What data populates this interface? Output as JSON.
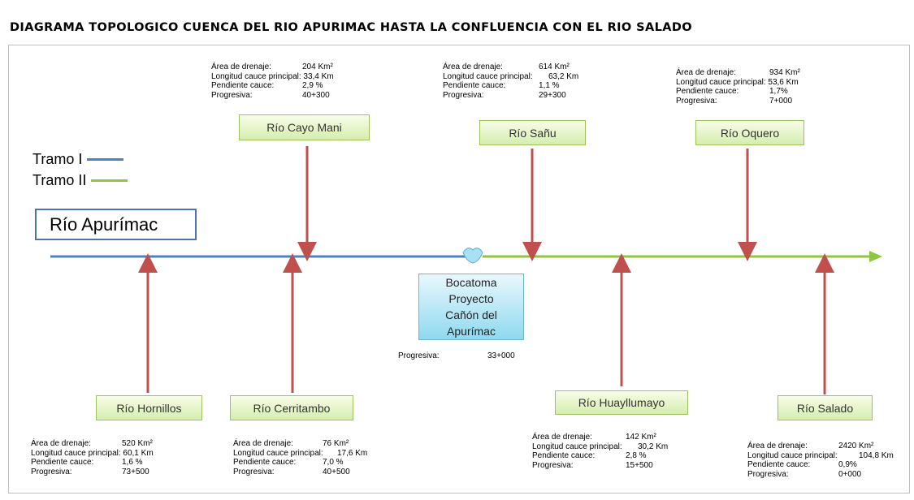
{
  "title": "DIAGRAMA TOPOLOGICO CUENCA DEL RIO APURIMAC HASTA LA CONFLUENCIA CON EL RIO SALADO",
  "legend": [
    {
      "label": "Tramo I",
      "color": "#4f81bd"
    },
    {
      "label": "Tramo II",
      "color": "#8dc63f"
    }
  ],
  "main_river": "Río Apurímac",
  "intake": {
    "lines": [
      "Bocatoma",
      "Proyecto",
      "Cañón del",
      "Apurímac"
    ],
    "progresiva_label": "Progresiva:",
    "progresiva_value": "33+000"
  },
  "colors": {
    "tramo_1": "#4f81bd",
    "tramo_2": "#8dc63f",
    "tributary_arrow": "#c0504d"
  },
  "tributaries_top": [
    {
      "name": "Río Cayo Mani",
      "info": [
        {
          "label": "Área de drenaje:",
          "value": "204 Km²"
        },
        {
          "label": "Longitud cauce principal: 33,4 Km",
          "value": ""
        },
        {
          "label": "Pendiente cauce:",
          "value": "2,9 %"
        },
        {
          "label": "Progresiva:",
          "value": "40+300"
        }
      ]
    },
    {
      "name": "Río Sañu",
      "info": [
        {
          "label": "Área de drenaje:",
          "value": "614 Km²"
        },
        {
          "label": "Longitud cauce principal:",
          "value": "63,2 Km"
        },
        {
          "label": "Pendiente cauce:",
          "value": "1,1 %"
        },
        {
          "label": "Progresiva:",
          "value": "29+300"
        }
      ]
    },
    {
      "name": "Río Oquero",
      "info": [
        {
          "label": "Área de drenaje:",
          "value": "934 Km²"
        },
        {
          "label": "Longitud cauce principal: 53,6 Km",
          "value": ""
        },
        {
          "label": "Pendiente cauce:",
          "value": "1,7%"
        },
        {
          "label": "Progresiva:",
          "value": "7+000"
        }
      ]
    }
  ],
  "tributaries_bottom": [
    {
      "name": "Río Hornillos",
      "info": [
        {
          "label": "Área de drenaje:",
          "value": "520 Km²"
        },
        {
          "label": "Longitud cauce principal: 60,1 Km",
          "value": ""
        },
        {
          "label": "Pendiente cauce:",
          "value": "1,6 %"
        },
        {
          "label": "Progresiva:",
          "value": "73+500"
        }
      ]
    },
    {
      "name": "Río Cerritambo",
      "info": [
        {
          "label": "Área de drenaje:",
          "value": "76 Km²"
        },
        {
          "label": "Longitud cauce principal:",
          "value": "17,6 Km"
        },
        {
          "label": "Pendiente cauce:",
          "value": "7,0 %"
        },
        {
          "label": "Progresiva:",
          "value": "40+500"
        }
      ]
    },
    {
      "name": "Río Huayllumayo",
      "info": [
        {
          "label": "Área de drenaje:",
          "value": "142 Km²"
        },
        {
          "label": "Longitud cauce principal:",
          "value": "30,2 Km"
        },
        {
          "label": "Pendiente cauce:",
          "value": "2,8 %"
        },
        {
          "label": "Progresiva:",
          "value": "15+500"
        }
      ]
    },
    {
      "name": "Río Salado",
      "info": [
        {
          "label": "Área de drenaje:",
          "value": "2420 Km²"
        },
        {
          "label": "Longitud cauce principal:",
          "value": "104,8 Km"
        },
        {
          "label": "Pendiente cauce:",
          "value": "0,9%"
        },
        {
          "label": "Progresiva:",
          "value": "0+000"
        }
      ]
    }
  ]
}
